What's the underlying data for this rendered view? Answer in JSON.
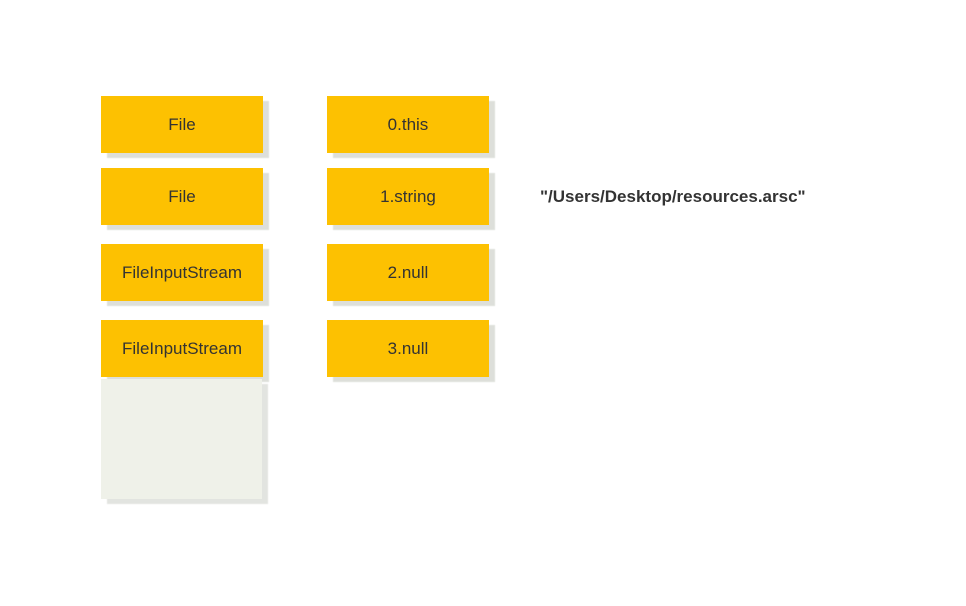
{
  "colors": {
    "background": "#ffffff",
    "box_fill": "#fdc101",
    "label_text": "#333333",
    "placeholder_fill": "#eff1e9",
    "shadow": "#adb2a7"
  },
  "left_column": {
    "boxes": [
      "File",
      "File",
      "FileInputStream",
      "FileInputStream"
    ]
  },
  "right_column": {
    "boxes": [
      "0.this",
      "1.string",
      "2.null",
      "3.null"
    ]
  },
  "annotation": {
    "string_value": "\"/Users/Desktop/resources.arsc\""
  }
}
